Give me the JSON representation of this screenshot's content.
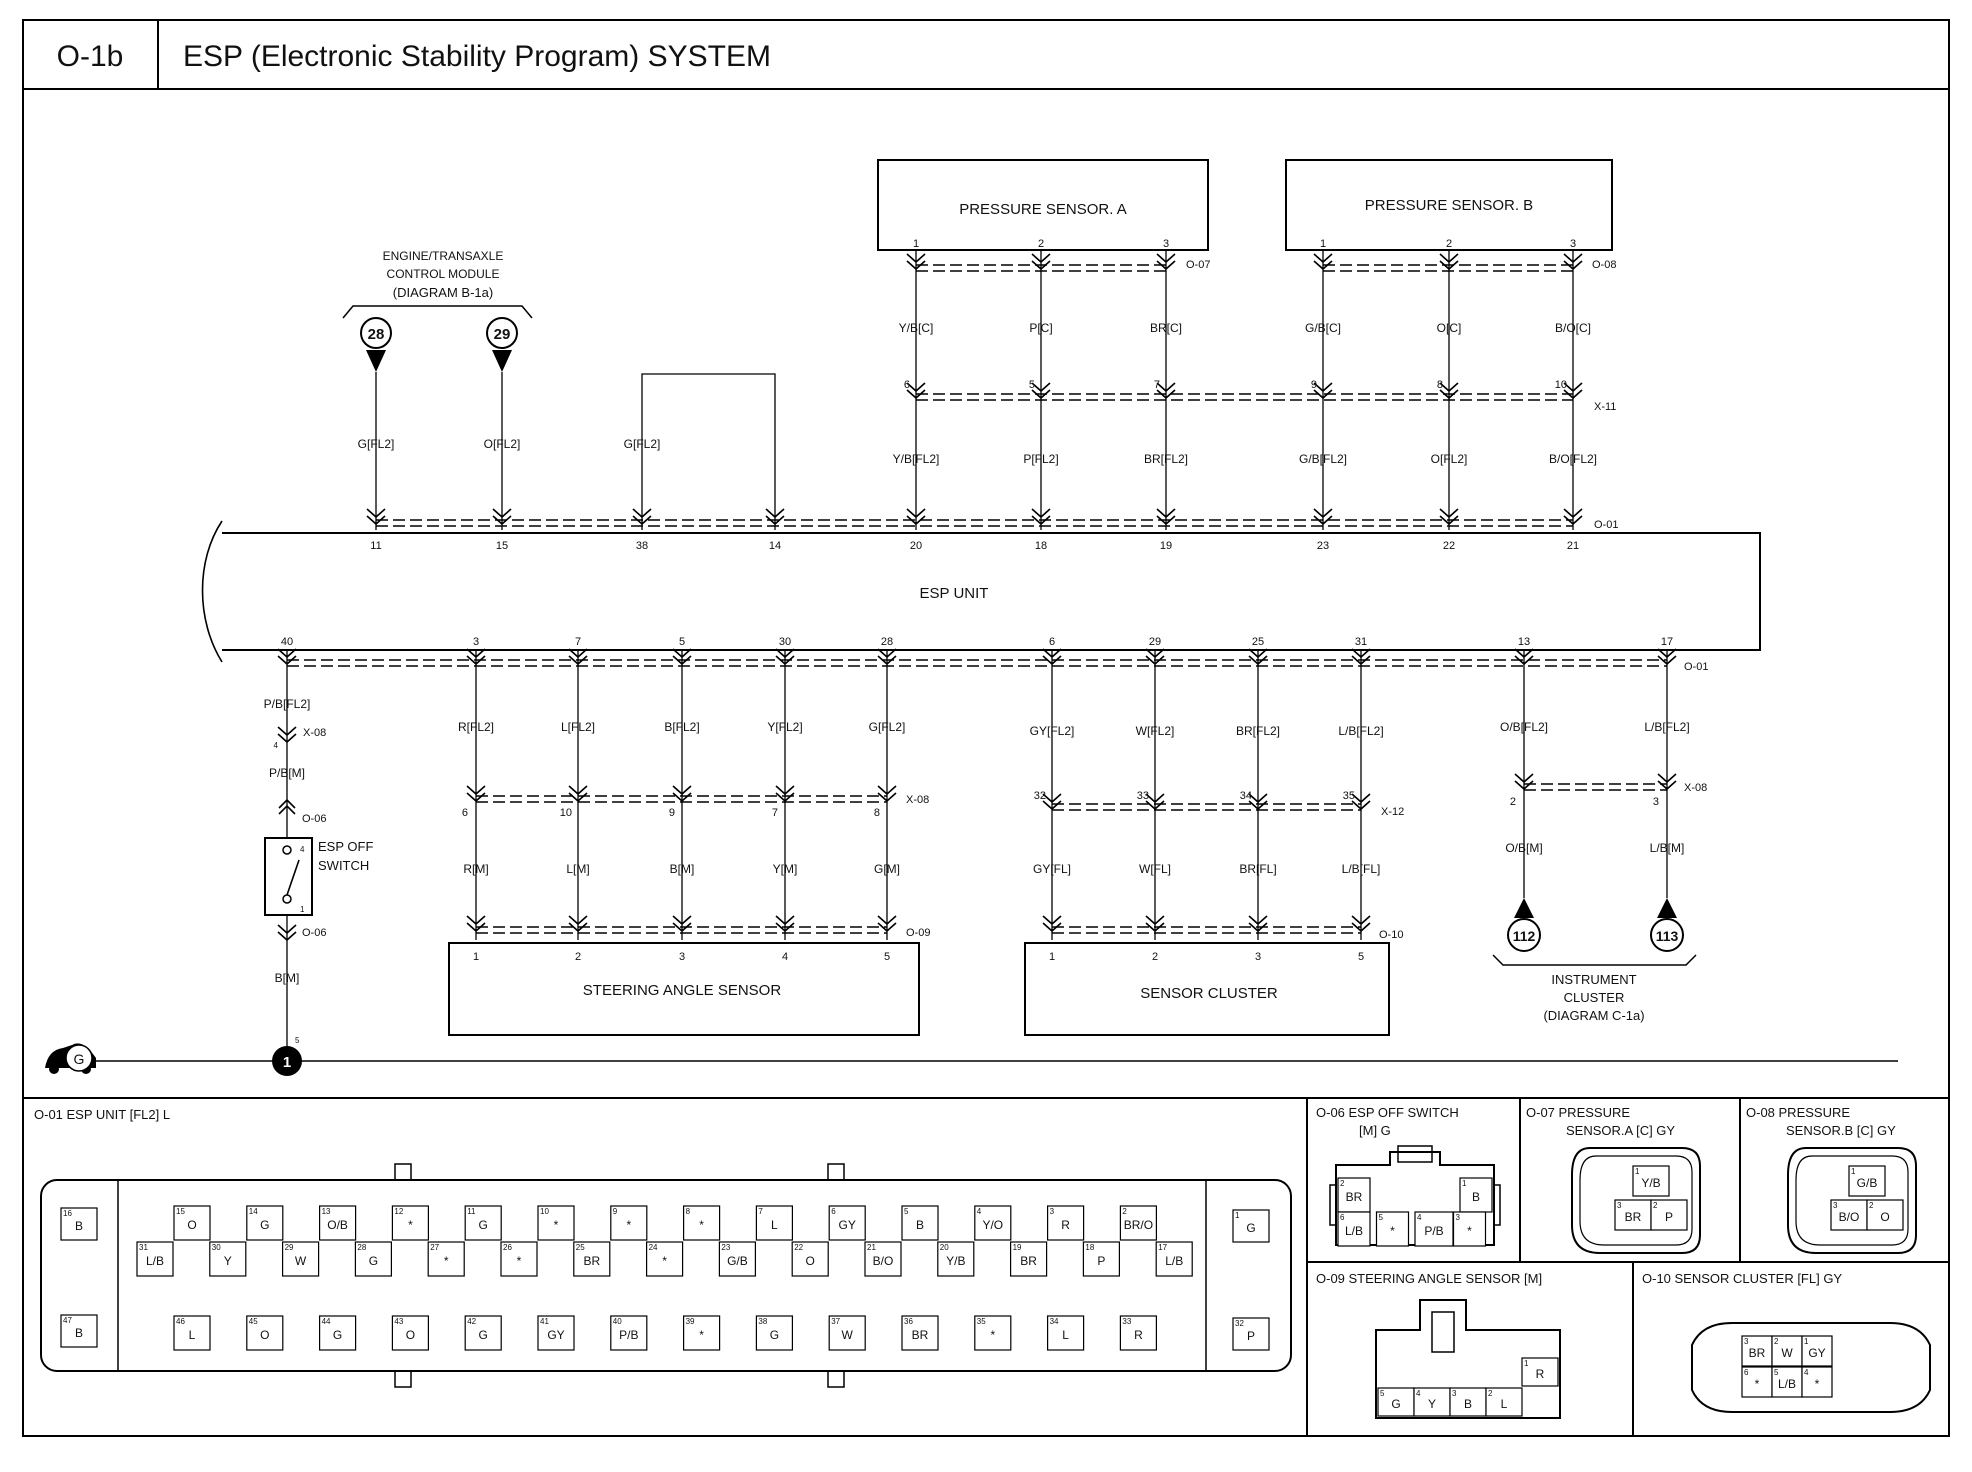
{
  "header": {
    "code": "O-1b",
    "title": "ESP (Electronic Stability Program) SYSTEM"
  },
  "pressure_sensor_a": {
    "label": "PRESSURE SENSOR. A",
    "pins": [
      "1",
      "2",
      "3"
    ],
    "connector": "O-07",
    "upper_wires": [
      "Y/B[C]",
      "P[C]",
      "BR[C]"
    ],
    "x11_pins": [
      "6",
      "5",
      "7"
    ],
    "lower_wires": [
      "Y/B[FL2]",
      "P[FL2]",
      "BR[FL2]"
    ],
    "esp_pins": [
      "20",
      "18",
      "19"
    ]
  },
  "pressure_sensor_b": {
    "label": "PRESSURE SENSOR. B",
    "pins": [
      "1",
      "2",
      "3"
    ],
    "connector": "O-08",
    "upper_wires": [
      "G/B[C]",
      "O[C]",
      "B/O[C]"
    ],
    "x11_pins": [
      "9",
      "8",
      "10"
    ],
    "lower_wires": [
      "G/B[FL2]",
      "O[FL2]",
      "B/O[FL2]"
    ],
    "esp_pins": [
      "23",
      "22",
      "21"
    ]
  },
  "x11_label": "X-11",
  "engine_module": {
    "label_lines": [
      "ENGINE/TRANSAXLE",
      "CONTROL MODULE",
      "(DIAGRAM B-1a)"
    ],
    "terminals": [
      "28",
      "29"
    ],
    "wires": [
      "G[FL2]",
      "O[FL2]"
    ],
    "esp_pins": [
      "11",
      "15"
    ]
  },
  "loop": {
    "wire": "G[FL2]",
    "esp_pins": [
      "38",
      "14"
    ]
  },
  "esp_unit": {
    "label": "ESP UNIT",
    "connector": "O-01"
  },
  "esp_off": {
    "esp_pin": "40",
    "wire_upper": "P/B[FL2]",
    "x08": "X-08",
    "x08_pin": "4",
    "wire_mid": "P/B[M]",
    "conn_top": "O-06",
    "switch_label": [
      "ESP OFF",
      "SWITCH"
    ],
    "switch_pins": [
      "4",
      "1"
    ],
    "conn_bottom": "O-06",
    "wire_bottom": "B[M]",
    "ground_pin": "5",
    "ground_num": "1",
    "ground_letter": "G"
  },
  "steering_angle_sensor": {
    "label": "STEERING ANGLE SENSOR",
    "esp_pins": [
      "3",
      "7",
      "5",
      "30",
      "28"
    ],
    "upper_wires": [
      "R[FL2]",
      "L[FL2]",
      "B[FL2]",
      "Y[FL2]",
      "G[FL2]"
    ],
    "x08_pins": [
      "6",
      "10",
      "9",
      "7",
      "8"
    ],
    "x08_label": "X-08",
    "lower_wires": [
      "R[M]",
      "L[M]",
      "B[M]",
      "Y[M]",
      "G[M]"
    ],
    "connector": "O-09",
    "pins": [
      "1",
      "2",
      "3",
      "4",
      "5"
    ]
  },
  "sensor_cluster": {
    "label": "SENSOR CLUSTER",
    "esp_pins": [
      "6",
      "29",
      "25",
      "31"
    ],
    "upper_wires": [
      "GY[FL2]",
      "W[FL2]",
      "BR[FL2]",
      "L/B[FL2]"
    ],
    "x12_pins": [
      "32",
      "33",
      "34",
      "35"
    ],
    "x12_label": "X-12",
    "lower_wires": [
      "GY[FL]",
      "W[FL]",
      "BR[FL]",
      "L/B[FL]"
    ],
    "connector": "O-10",
    "pins": [
      "1",
      "2",
      "3",
      "5"
    ]
  },
  "instrument_cluster": {
    "label_lines": [
      "INSTRUMENT",
      "CLUSTER",
      "(DIAGRAM C-1a)"
    ],
    "esp_pins": [
      "13",
      "17"
    ],
    "upper_wires": [
      "O/B[FL2]",
      "L/B[FL2]"
    ],
    "x08_pins": [
      "2",
      "3"
    ],
    "x08_label": "X-08",
    "lower_wires": [
      "O/B[M]",
      "L/B[M]"
    ],
    "terminals": [
      "112",
      "113"
    ]
  },
  "views": {
    "o01": {
      "title": "O-01 ESP UNIT [FL2] L",
      "left_cells": [
        {
          "n": "16",
          "t": "B"
        },
        {
          "n": "47",
          "t": "B"
        }
      ],
      "right_cells": [
        {
          "n": "1",
          "t": "G"
        },
        {
          "n": "32",
          "t": "P"
        }
      ],
      "row1": [
        {
          "n": "15",
          "t": "O"
        },
        {
          "n": "14",
          "t": "G"
        },
        {
          "n": "13",
          "t": "O/B"
        },
        {
          "n": "12",
          "t": "*"
        },
        {
          "n": "11",
          "t": "G"
        },
        {
          "n": "10",
          "t": "*"
        },
        {
          "n": "9",
          "t": "*"
        },
        {
          "n": "8",
          "t": "*"
        },
        {
          "n": "7",
          "t": "L"
        },
        {
          "n": "6",
          "t": "GY"
        },
        {
          "n": "5",
          "t": "B"
        },
        {
          "n": "4",
          "t": "Y/O"
        },
        {
          "n": "3",
          "t": "R"
        },
        {
          "n": "2",
          "t": "BR/O"
        }
      ],
      "row2": [
        {
          "n": "31",
          "t": "L/B"
        },
        {
          "n": "30",
          "t": "Y"
        },
        {
          "n": "29",
          "t": "W"
        },
        {
          "n": "28",
          "t": "G"
        },
        {
          "n": "27",
          "t": "*"
        },
        {
          "n": "26",
          "t": "*"
        },
        {
          "n": "25",
          "t": "BR"
        },
        {
          "n": "24",
          "t": "*"
        },
        {
          "n": "23",
          "t": "G/B"
        },
        {
          "n": "22",
          "t": "O"
        },
        {
          "n": "21",
          "t": "B/O"
        },
        {
          "n": "20",
          "t": "Y/B"
        },
        {
          "n": "19",
          "t": "BR"
        },
        {
          "n": "18",
          "t": "P"
        },
        {
          "n": "17",
          "t": "L/B"
        }
      ],
      "row3": [
        {
          "n": "46",
          "t": "L"
        },
        {
          "n": "45",
          "t": "O"
        },
        {
          "n": "44",
          "t": "G"
        },
        {
          "n": "43",
          "t": "O"
        },
        {
          "n": "42",
          "t": "G"
        },
        {
          "n": "41",
          "t": "GY"
        },
        {
          "n": "40",
          "t": "P/B"
        },
        {
          "n": "39",
          "t": "*"
        },
        {
          "n": "38",
          "t": "G"
        },
        {
          "n": "37",
          "t": "W"
        },
        {
          "n": "36",
          "t": "BR"
        },
        {
          "n": "35",
          "t": "*"
        },
        {
          "n": "34",
          "t": "L"
        },
        {
          "n": "33",
          "t": "R"
        }
      ]
    },
    "o06": {
      "title_lines": [
        "O-06 ESP OFF SWITCH",
        "[M] G"
      ],
      "cells_top": [
        {
          "n": "2",
          "t": "BR"
        },
        {
          "n": "1",
          "t": "B"
        }
      ],
      "cells_bottom": [
        {
          "n": "6",
          "t": "L/B"
        },
        {
          "n": "5",
          "t": "*"
        },
        {
          "n": "4",
          "t": "P/B"
        },
        {
          "n": "3",
          "t": "*"
        }
      ]
    },
    "o07": {
      "title_lines": [
        "O-07 PRESSURE",
        "SENSOR.A [C] GY"
      ],
      "cells": [
        {
          "n": "1",
          "t": "Y/B"
        },
        {
          "n": "3",
          "t": "BR"
        },
        {
          "n": "2",
          "t": "P"
        }
      ]
    },
    "o08": {
      "title_lines": [
        "O-08 PRESSURE",
        "SENSOR.B [C] GY"
      ],
      "cells": [
        {
          "n": "1",
          "t": "G/B"
        },
        {
          "n": "3",
          "t": "B/O"
        },
        {
          "n": "2",
          "t": "O"
        }
      ]
    },
    "o09": {
      "title": "O-09 STEERING ANGLE SENSOR [M]",
      "cells": [
        {
          "n": "1",
          "t": "R"
        },
        {
          "n": "5",
          "t": "G"
        },
        {
          "n": "4",
          "t": "Y"
        },
        {
          "n": "3",
          "t": "B"
        },
        {
          "n": "2",
          "t": "L"
        }
      ]
    },
    "o10": {
      "title": "O-10 SENSOR CLUSTER [FL] GY",
      "cells": [
        {
          "n": "3",
          "t": "BR"
        },
        {
          "n": "2",
          "t": "W"
        },
        {
          "n": "1",
          "t": "GY"
        },
        {
          "n": "6",
          "t": "*"
        },
        {
          "n": "5",
          "t": "L/B"
        },
        {
          "n": "4",
          "t": "*"
        }
      ]
    }
  }
}
